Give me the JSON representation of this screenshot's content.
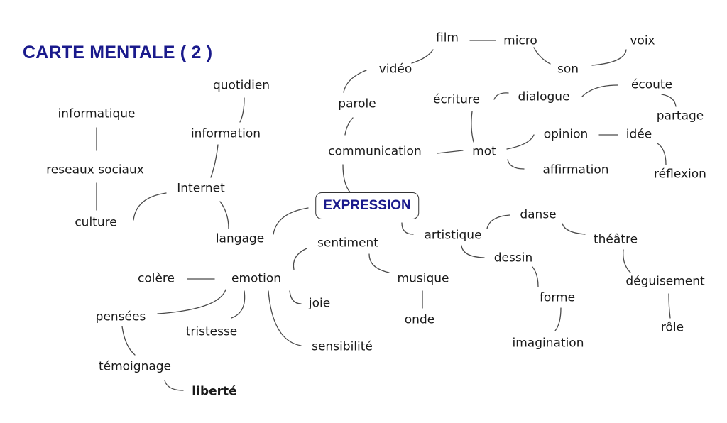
{
  "title": "CARTE MENTALE ( 2 )",
  "center": "EXPRESSION",
  "colors": {
    "accent": "#1a1a8c",
    "text": "#1a1a1a",
    "line": "#4a4a4a"
  },
  "nodes": {
    "film": "film",
    "micro": "micro",
    "voix": "voix",
    "video": "vidéo",
    "son": "son",
    "parole": "parole",
    "ecriture": "écriture",
    "dialogue": "dialogue",
    "ecoute": "écoute",
    "partage": "partage",
    "communication": "communication",
    "mot": "mot",
    "opinion": "opinion",
    "idee": "idée",
    "affirmation": "affirmation",
    "reflexion": "réflexion",
    "quotidien": "quotidien",
    "information": "information",
    "informatique": "informatique",
    "reseaux": "reseaux sociaux",
    "internet": "Internet",
    "culture": "culture",
    "langage": "langage",
    "sentiment": "sentiment",
    "artistique": "artistique",
    "danse": "danse",
    "theatre": "théâtre",
    "dessin": "dessin",
    "deguisement": "déguisement",
    "role": "rôle",
    "musique": "musique",
    "onde": "onde",
    "forme": "forme",
    "imagination": "imagination",
    "colere": "colère",
    "emotion": "emotion",
    "joie": "joie",
    "pensees": "pensées",
    "tristesse": "tristesse",
    "sensibilite": "sensibilité",
    "temoignage": "témoignage",
    "liberte": "liberté"
  }
}
